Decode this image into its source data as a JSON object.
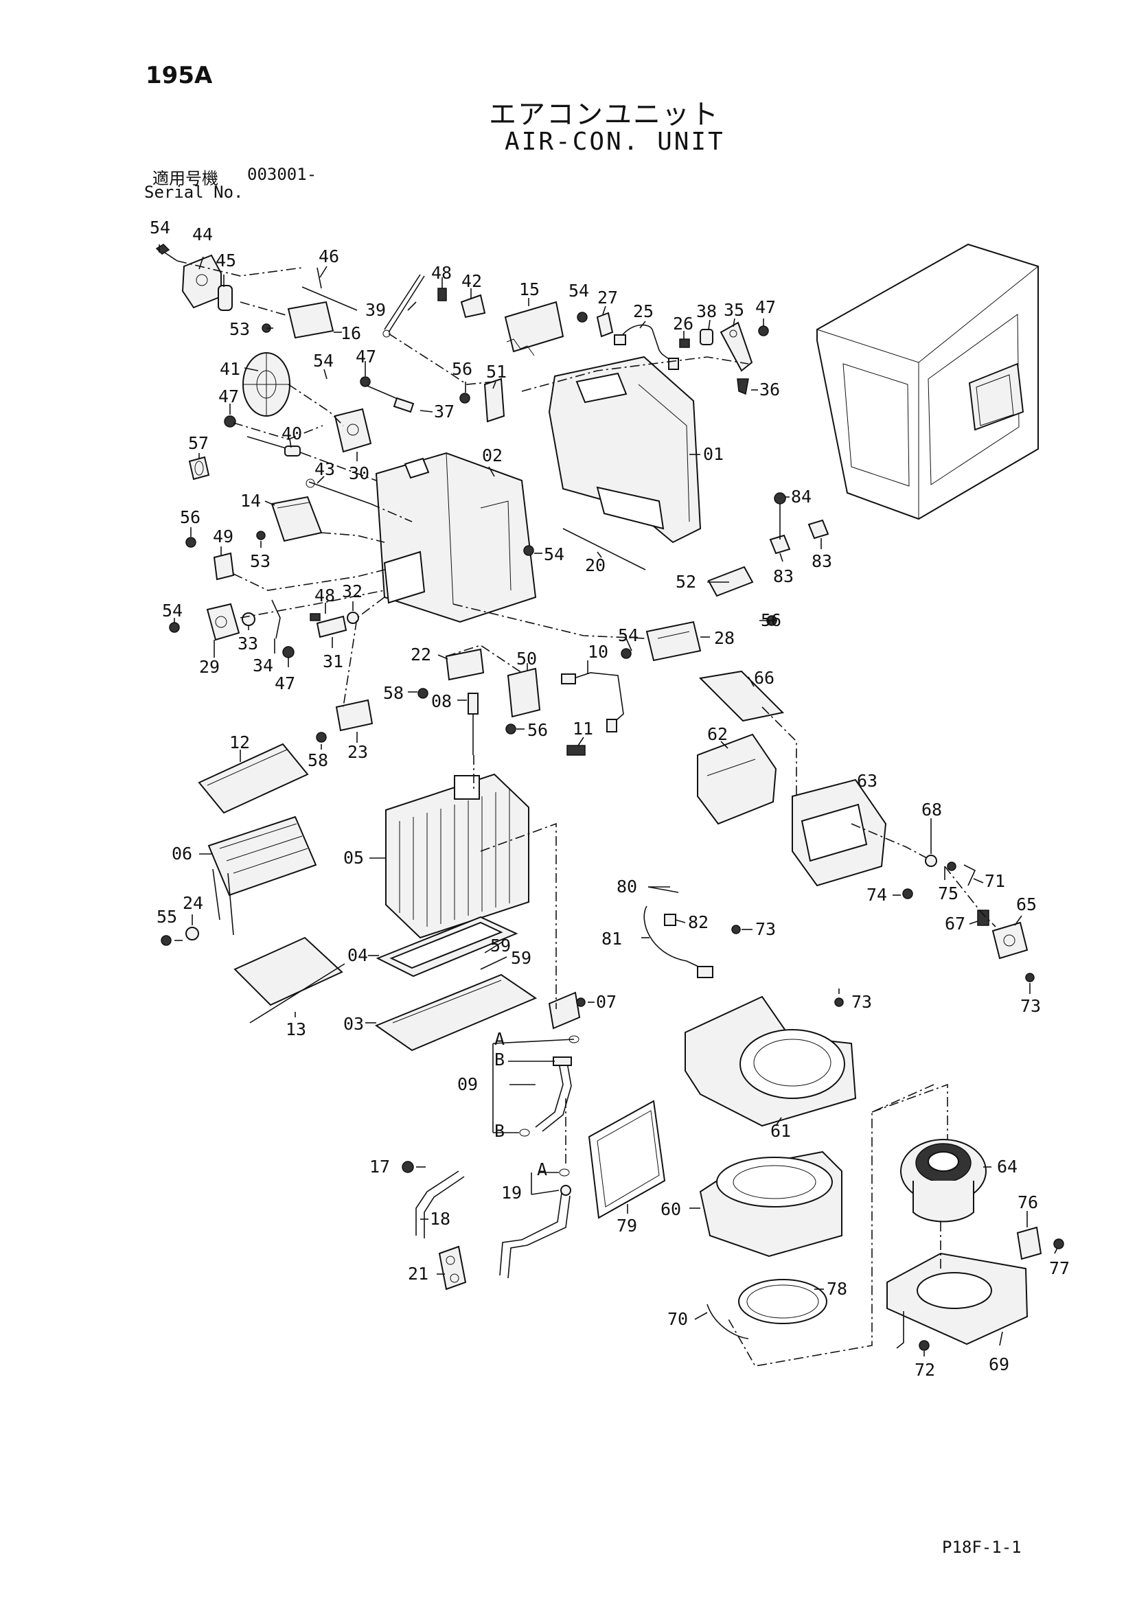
{
  "page": {
    "number": "195A",
    "title_jp": "エアコンユニット",
    "title_en": "AIR-CON. UNIT",
    "serial_label_jp": "適用号機",
    "serial_value": "003001-",
    "serial_label_en": "Serial No.",
    "page_ref": "P18F-1-1"
  },
  "callouts": {
    "c54a": "54",
    "c44": "44",
    "c45": "45",
    "c46": "46",
    "c53a": "53",
    "c16": "16",
    "c39": "39",
    "c48a": "48",
    "c42": "42",
    "c15": "15",
    "c54b": "54",
    "c27": "27",
    "c25": "25",
    "c26": "26",
    "c38": "38",
    "c35": "35",
    "c47a": "47",
    "c36": "36",
    "c41": "41",
    "c54c": "54",
    "c47b": "47",
    "c56a": "56",
    "c51": "51",
    "c37": "37",
    "c47c": "47",
    "c40": "40",
    "c30": "30",
    "c57": "57",
    "c02": "02",
    "c01": "01",
    "c43": "43",
    "c14": "14",
    "c56b": "56",
    "c49": "49",
    "c53b": "53",
    "c54d": "54",
    "c20": "20",
    "c84": "84",
    "c83a": "83",
    "c83b": "83",
    "c52": "52",
    "c56c": "56",
    "c54e": "54",
    "c33": "33",
    "c48b": "48",
    "c32": "32",
    "c29": "29",
    "c34": "34",
    "c31": "31",
    "c47d": "47",
    "c22": "22",
    "c50": "50",
    "c54f": "54",
    "c28": "28",
    "c10": "10",
    "c58a": "58",
    "c08": "08",
    "c56d": "56",
    "c23": "23",
    "c58b": "58",
    "c11": "11",
    "c66": "66",
    "c12": "12",
    "c62": "62",
    "c63": "63",
    "c06": "06",
    "c05": "05",
    "c68": "68",
    "c80": "80",
    "c71": "71",
    "c74": "74",
    "c75": "75",
    "c55": "55",
    "c24": "24",
    "c82": "82",
    "c73a": "73",
    "c65": "65",
    "c67": "67",
    "c81": "81",
    "c04": "04",
    "c59a": "59",
    "c59b": "59",
    "c73b": "73",
    "c07": "07",
    "c73c": "73",
    "c03": "03",
    "c13": "13",
    "cA1": "A",
    "cB1": "B",
    "c09": "09",
    "c61": "61",
    "cB2": "B",
    "c64": "64",
    "c17": "17",
    "cA2": "A",
    "c19": "19",
    "c76": "76",
    "c18": "18",
    "c60": "60",
    "c79": "79",
    "c77": "77",
    "c21": "21",
    "c78": "78",
    "c70": "70",
    "c72": "72",
    "c69": "69"
  }
}
